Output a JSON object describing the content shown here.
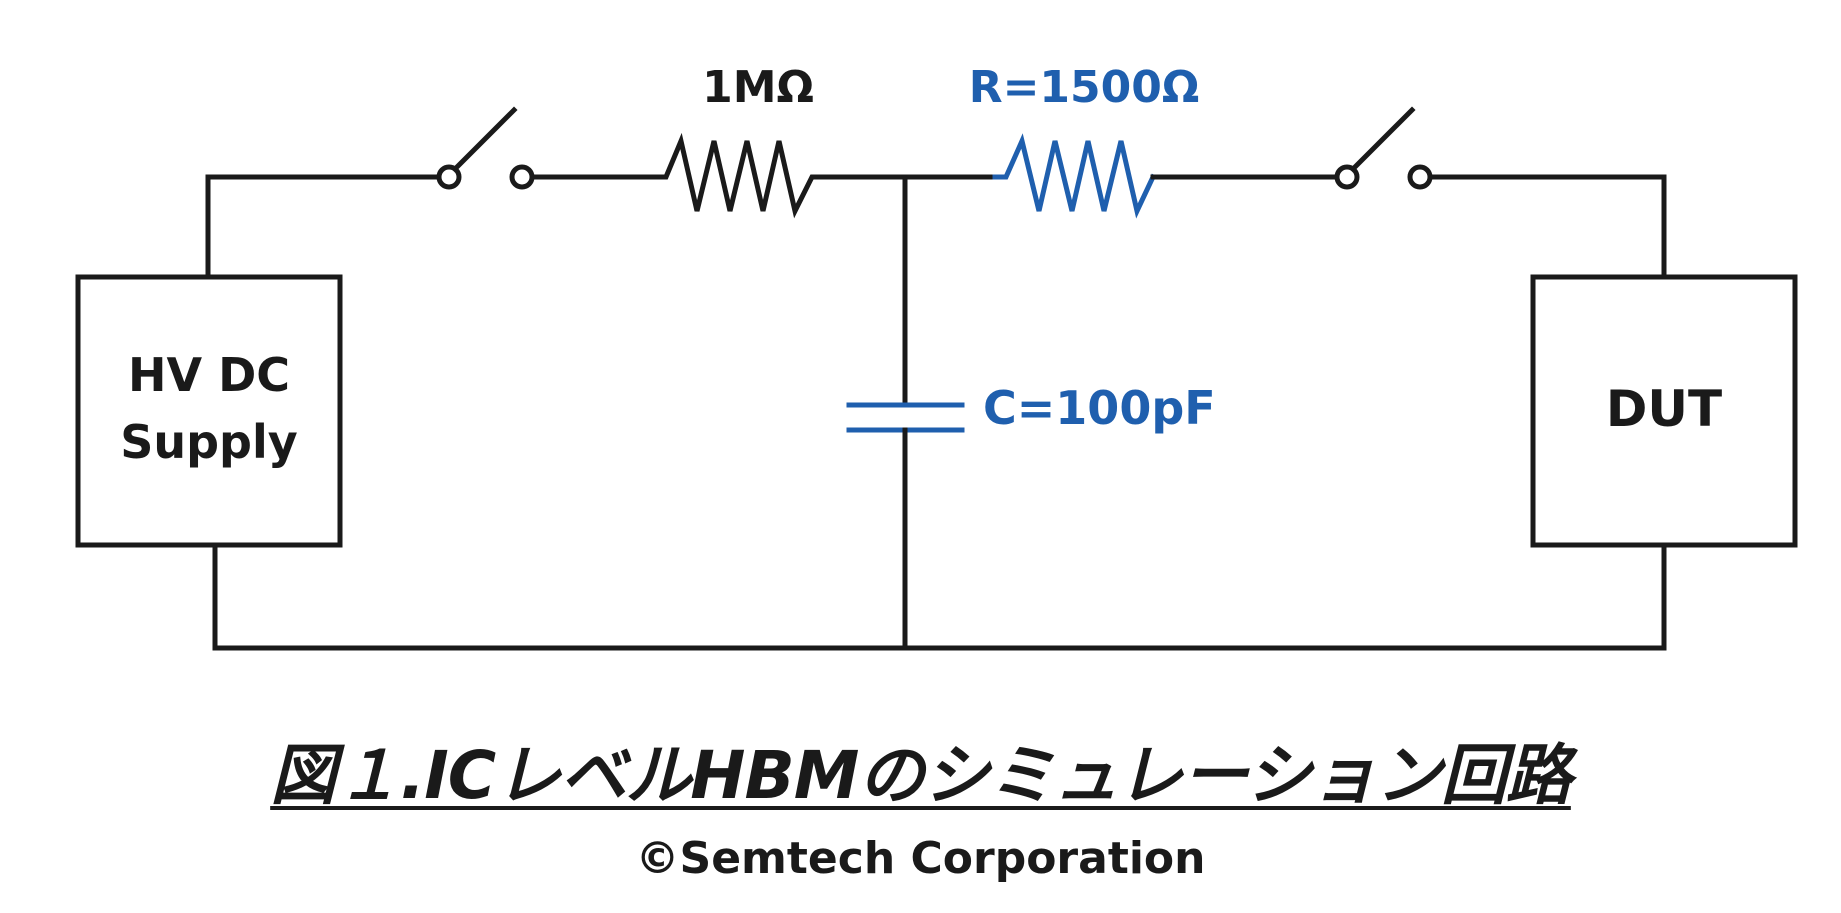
{
  "diagram": {
    "source_box": {
      "line1": "HV DC",
      "line2": "Supply"
    },
    "dut_box": {
      "label": "DUT"
    },
    "charge_resistor": {
      "label": "1MΩ"
    },
    "discharge_resistor": {
      "label": "R=1500Ω"
    },
    "capacitor": {
      "label": "C=100pF"
    },
    "colors": {
      "wire": "#1a1a1a",
      "accent": "#1f5fae"
    }
  },
  "caption": "図１.ICレベルHBMのシミュレーション回路",
  "copyright": "©Semtech Corporation"
}
